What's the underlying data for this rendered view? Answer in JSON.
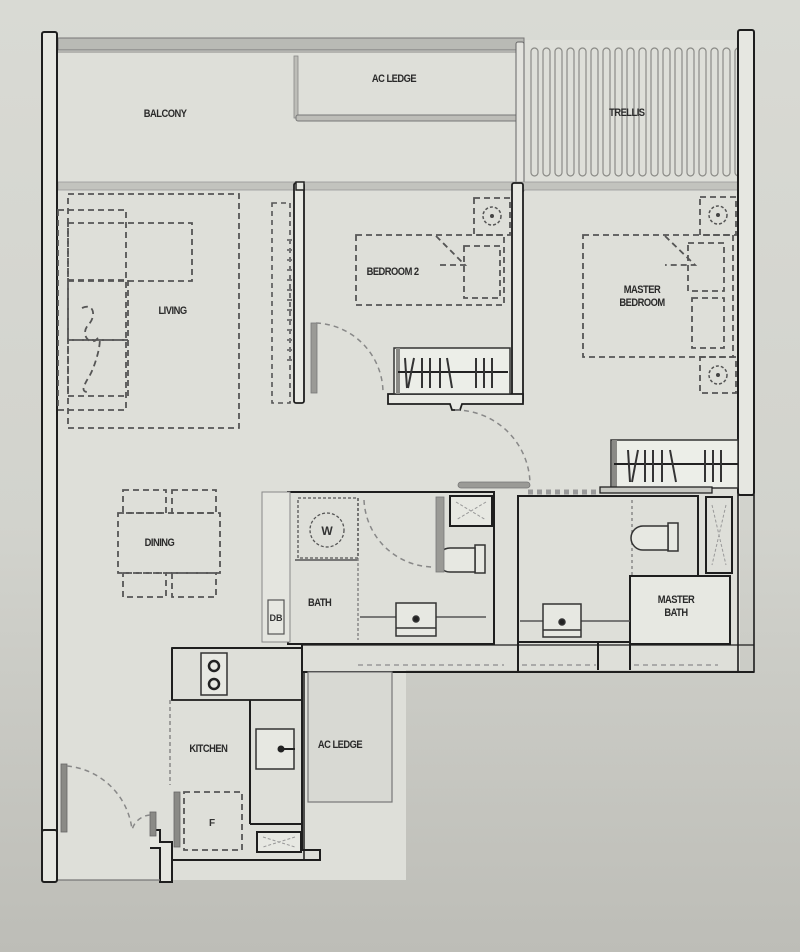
{
  "floor_plan": {
    "type": "apartment floor plan (2 bedroom)",
    "colors": {
      "paper": "#d6d7d1",
      "wall": "#1e1e1e",
      "wall_fill": "#e6e7e1",
      "dashed": "#5a5a5a",
      "outdoor_fill": "#cfd0ca"
    },
    "rooms": [
      {
        "id": "balcony",
        "label": "BALCONY"
      },
      {
        "id": "ac-ledge-top",
        "label": "AC LEDGE"
      },
      {
        "id": "trellis",
        "label": "TRELLIS"
      },
      {
        "id": "living",
        "label": "LIVING"
      },
      {
        "id": "bedroom-2",
        "label": "BEDROOM 2"
      },
      {
        "id": "master-bedroom",
        "label": "MASTER BEDROOM",
        "lines": [
          "MASTER",
          "BEDROOM"
        ]
      },
      {
        "id": "dining",
        "label": "DINING"
      },
      {
        "id": "bath",
        "label": "BATH"
      },
      {
        "id": "master-bath",
        "label": "MASTER BATH",
        "lines": [
          "MASTER",
          "BATH"
        ]
      },
      {
        "id": "kitchen",
        "label": "KITCHEN"
      },
      {
        "id": "ac-ledge-bottom",
        "label": "AC LEDGE"
      }
    ],
    "fixtures": [
      {
        "id": "washer",
        "label": "W"
      },
      {
        "id": "db-box",
        "label": "DB"
      },
      {
        "id": "fridge",
        "label": "F"
      }
    ],
    "symbols": [
      "ceiling-fan",
      "toilet",
      "wash-basin",
      "wardrobe",
      "hob",
      "kitchen-sink",
      "door-swing",
      "window-shower"
    ]
  }
}
